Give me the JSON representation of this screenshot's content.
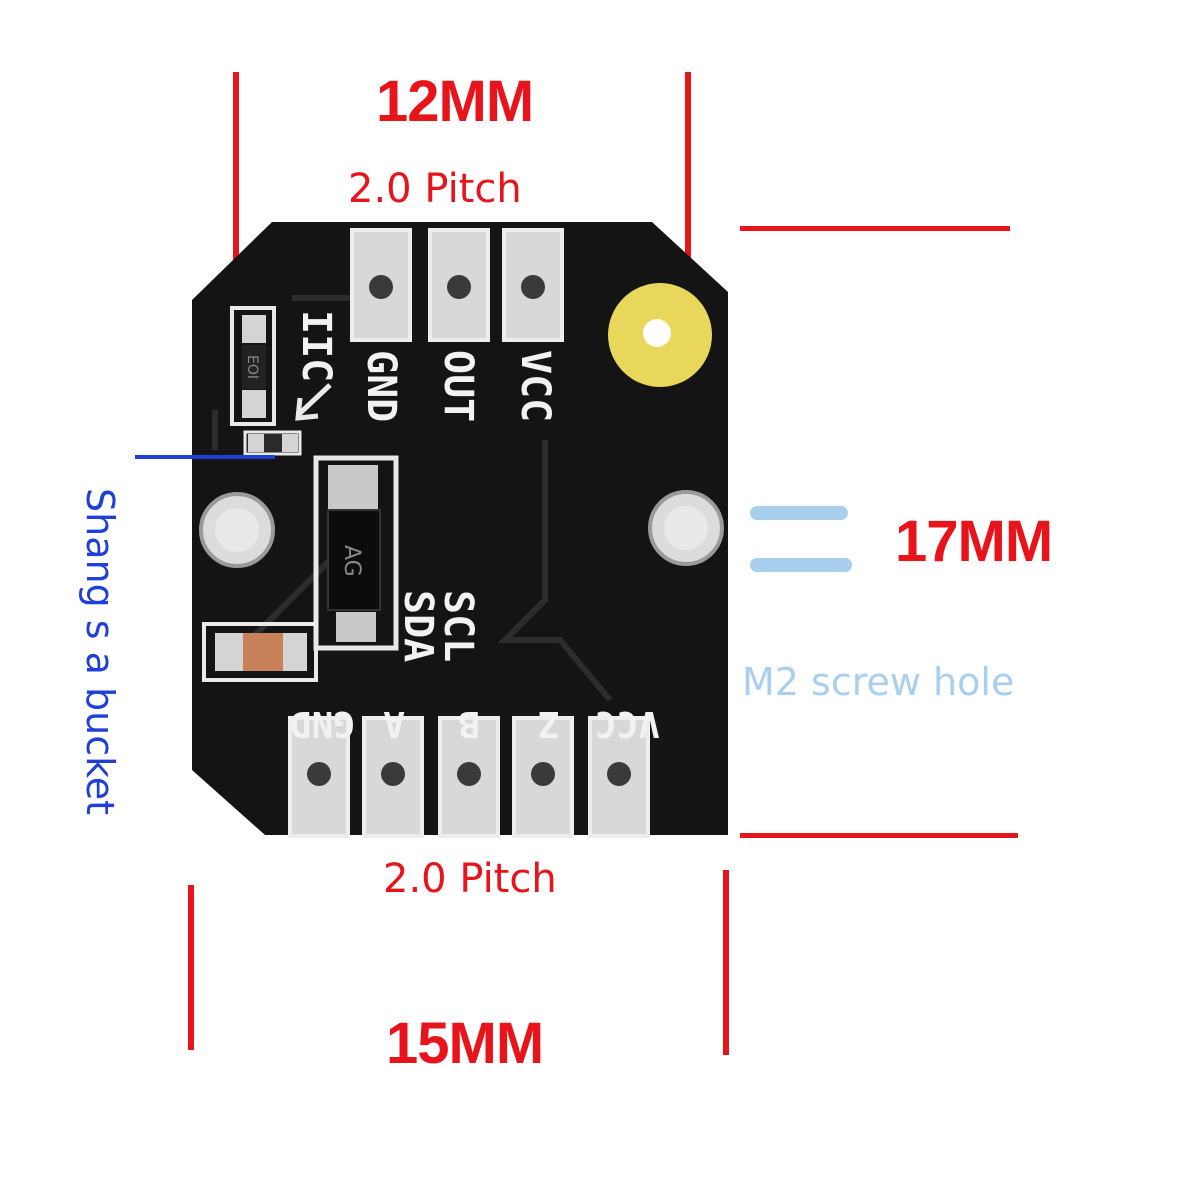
{
  "dimensions": {
    "top_width": "12MM",
    "height": "17MM",
    "bottom_width": "15MM"
  },
  "pitch": {
    "top": "2.0 Pitch",
    "bottom": "2.0 Pitch"
  },
  "screw_hole_label": "M2 screw hole",
  "side_label": "Shang s a bucket",
  "silkscreen": {
    "iic": "IIC",
    "top_pins": [
      "GND",
      "OUT",
      "VCC"
    ],
    "bottom_pins": [
      "GND",
      "A",
      "B",
      "Z",
      "VCC"
    ],
    "scl": "SCL",
    "sda": "SDA",
    "ic_marking": "AG",
    "resistor_marking": "EOI"
  },
  "colors": {
    "dimension_lines": "#e8141c",
    "board": "#141414",
    "pads": "#d8d8d8",
    "screw_hint": "#a9cfee",
    "side_label": "#1f3fd6"
  }
}
